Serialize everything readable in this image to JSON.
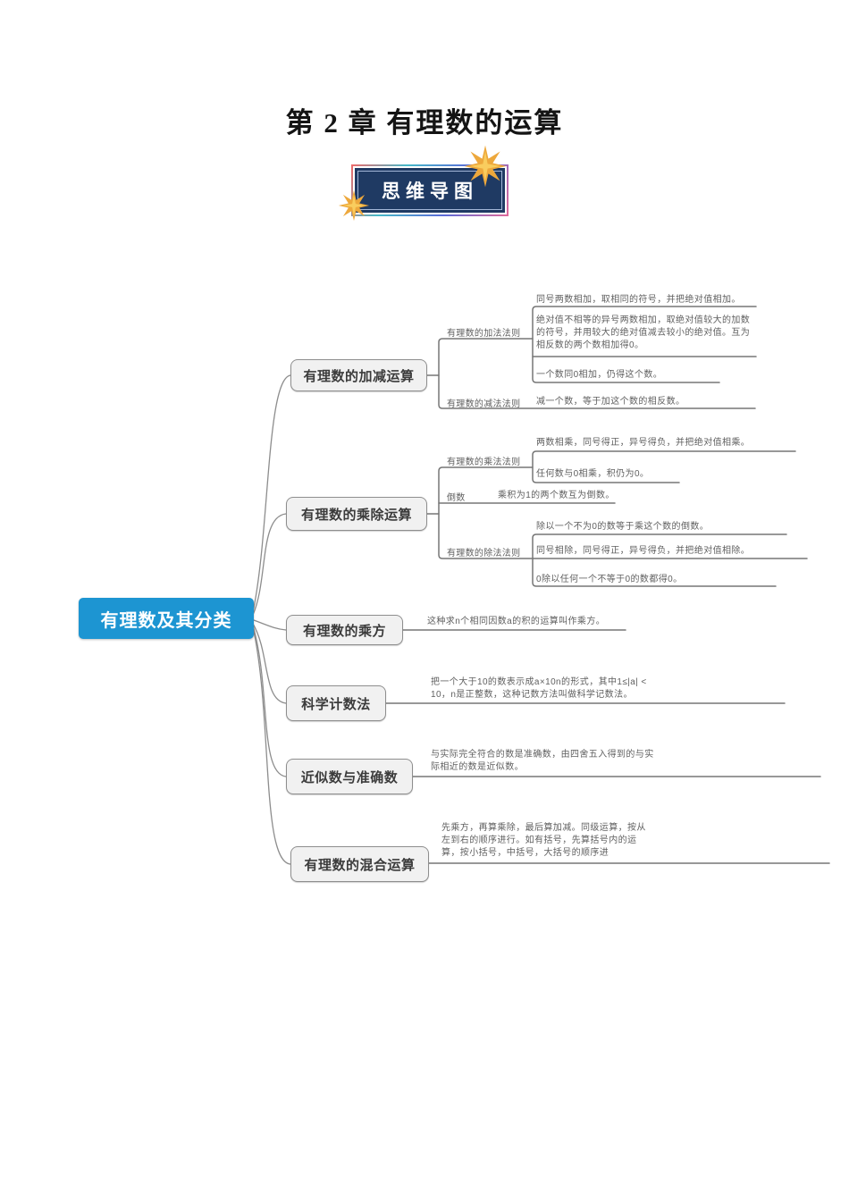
{
  "page": {
    "title": "第 2 章 有理数的运算"
  },
  "badge": {
    "label": "思维导图"
  },
  "mindmap": {
    "root": "有理数及其分类",
    "b1": {
      "label": "有理数的加减运算",
      "add": {
        "label": "有理数的加法法则",
        "l1": "同号两数相加，取相同的符号，并把绝对值相加。",
        "l2": "绝对值不相等的异号两数相加，取绝对值较大的加数的符号，并用较大的绝对值减去较小的绝对值。互为相反数的两个数相加得0。",
        "l3": "一个数同0相加，仍得这个数。"
      },
      "sub": {
        "label": "有理数的减法法则",
        "l1": "减一个数，等于加这个数的相反数。"
      }
    },
    "b2": {
      "label": "有理数的乘除运算",
      "mul": {
        "label": "有理数的乘法法则",
        "l1": "两数相乘，同号得正，异号得负，并把绝对值相乘。",
        "l2": "任何数与0相乘，积仍为0。"
      },
      "recip": {
        "label": "倒数",
        "l1": "乘积为1的两个数互为倒数。"
      },
      "div": {
        "label": "有理数的除法法则",
        "l1": "除以一个不为0的数等于乘这个数的倒数。",
        "l2": "同号相除，同号得正，异号得负，并把绝对值相除。",
        "l3": "0除以任何一个不等于0的数都得0。"
      }
    },
    "b3": {
      "label": "有理数的乘方",
      "l1": "这种求n个相同因数a的积的运算叫作乘方。"
    },
    "b4": {
      "label": "科学计数法",
      "l1": "把一个大于10的数表示成a×10n的形式，其中1≤|a| < 10，n是正整数，这种记数方法叫做科学记数法。"
    },
    "b5": {
      "label": "近似数与准确数",
      "l1": "与实际完全符合的数是准确数，由四舍五入得到的与实际相近的数是近似数。"
    },
    "b6": {
      "label": "有理数的混合运算",
      "l1": "先乘方，再算乘除，最后算加减。同级运算，按从左到右的顺序进行。如有括号，先算括号内的运算，按小括号，中括号，大括号的顺序进"
    }
  }
}
